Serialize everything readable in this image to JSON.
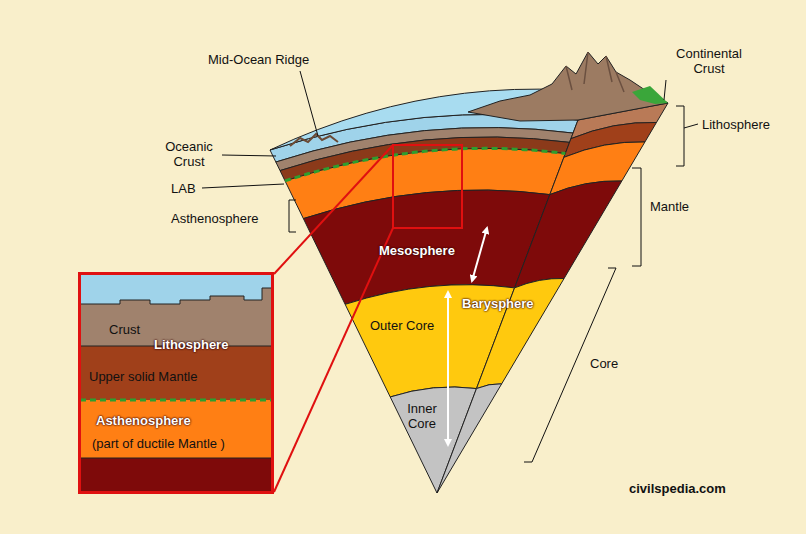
{
  "diagram": {
    "nodes": [
      {
        "text": [
          "Crust",
          "Lithosphere",
          "Upper solid Mantle",
          "Asthenosphere",
          "(part of ductile Mantle )"
        ]
      }
    ],
    "labels": [
      "Mid-Ocean Ridge",
      "Continental Crust",
      "Lithosphere",
      "Oceanic Crust",
      "LAB",
      "Asthenosphere",
      "Mantle",
      "Mesosphere",
      "Outer Core",
      "Barysphere",
      "Inner Core",
      "Core",
      "civilspedia.com"
    ]
  }
}
